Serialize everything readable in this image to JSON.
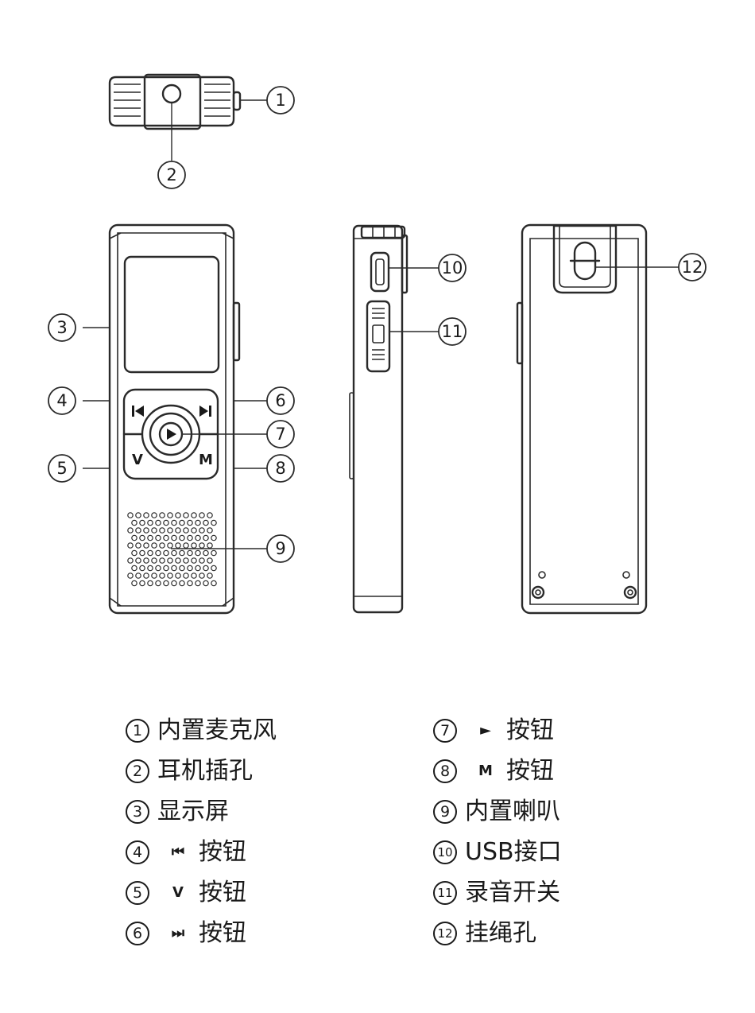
{
  "callouts": [
    "1",
    "2",
    "3",
    "4",
    "5",
    "6",
    "7",
    "8",
    "9",
    "10",
    "11",
    "12"
  ],
  "buttons": {
    "prev_icon": "prev-track-icon",
    "next_icon": "next-track-icon",
    "play_icon": "play-icon",
    "v_label": "V",
    "m_label": "M"
  },
  "legend": [
    {
      "num": "1",
      "symbol": "",
      "label": "内置麦克风"
    },
    {
      "num": "2",
      "symbol": "",
      "label": "耳机插孔"
    },
    {
      "num": "3",
      "symbol": "",
      "label": "显示屏"
    },
    {
      "num": "4",
      "symbol": "⏮",
      "label": "按钮"
    },
    {
      "num": "5",
      "symbol": "V",
      "label": "按钮"
    },
    {
      "num": "6",
      "symbol": "⏭",
      "label": "按钮"
    },
    {
      "num": "7",
      "symbol": "►",
      "label": "按钮"
    },
    {
      "num": "8",
      "symbol": "M",
      "label": "按钮"
    },
    {
      "num": "9",
      "symbol": "",
      "label": "内置喇叭"
    },
    {
      "num": "10",
      "symbol": "",
      "label": "USB接口"
    },
    {
      "num": "11",
      "symbol": "",
      "label": "录音开关"
    },
    {
      "num": "12",
      "symbol": "",
      "label": "挂绳孔"
    }
  ]
}
